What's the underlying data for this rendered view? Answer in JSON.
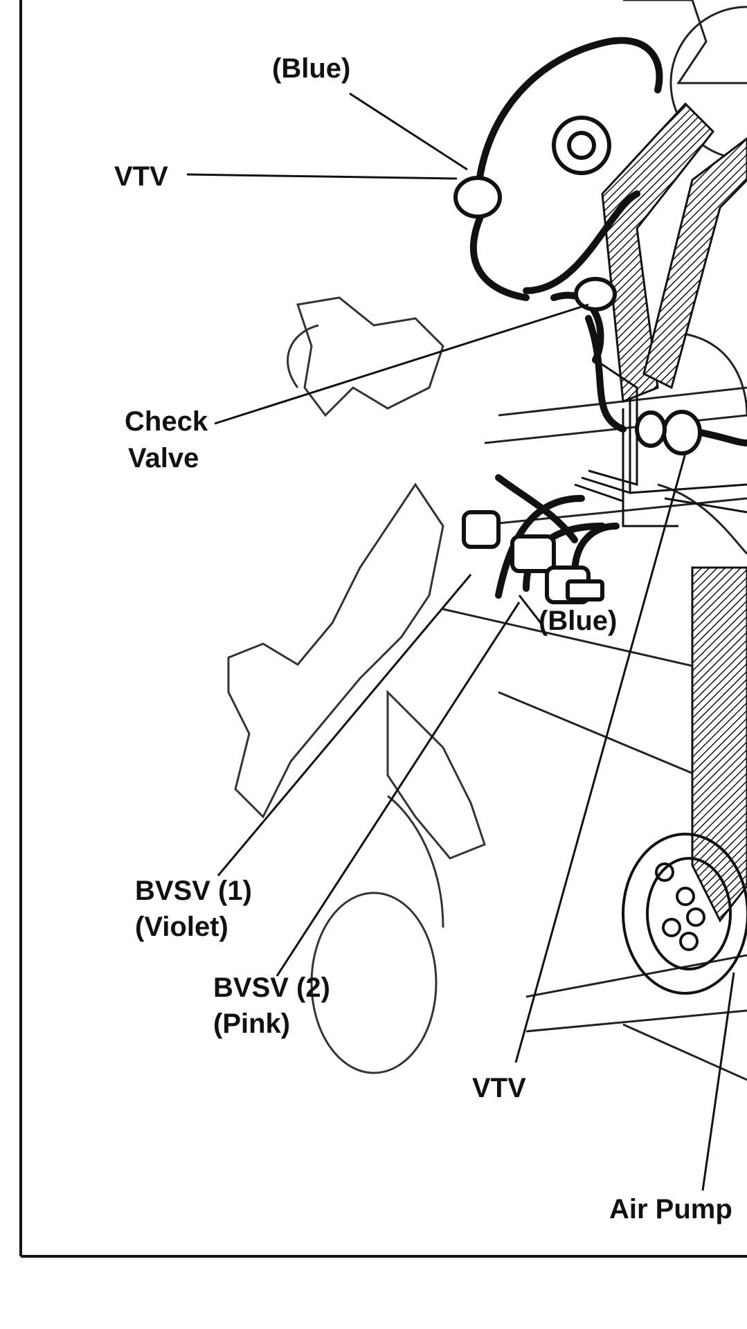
{
  "colors": {
    "ink": "#111111",
    "paper": "#ffffff"
  },
  "labels": {
    "vtv_top": "VTV",
    "blue_top": "(Blue)",
    "check_valve_line1": "Check",
    "check_valve_line2": "Valve",
    "blue_mid": "(Blue)",
    "bvsv1_line1": "BVSV (1)",
    "bvsv1_line2": "(Violet)",
    "bvsv2_line1": "BVSV (2)",
    "bvsv2_line2": "(Pink)",
    "vtv_bottom": "VTV",
    "air_pump": "Air Pump"
  }
}
